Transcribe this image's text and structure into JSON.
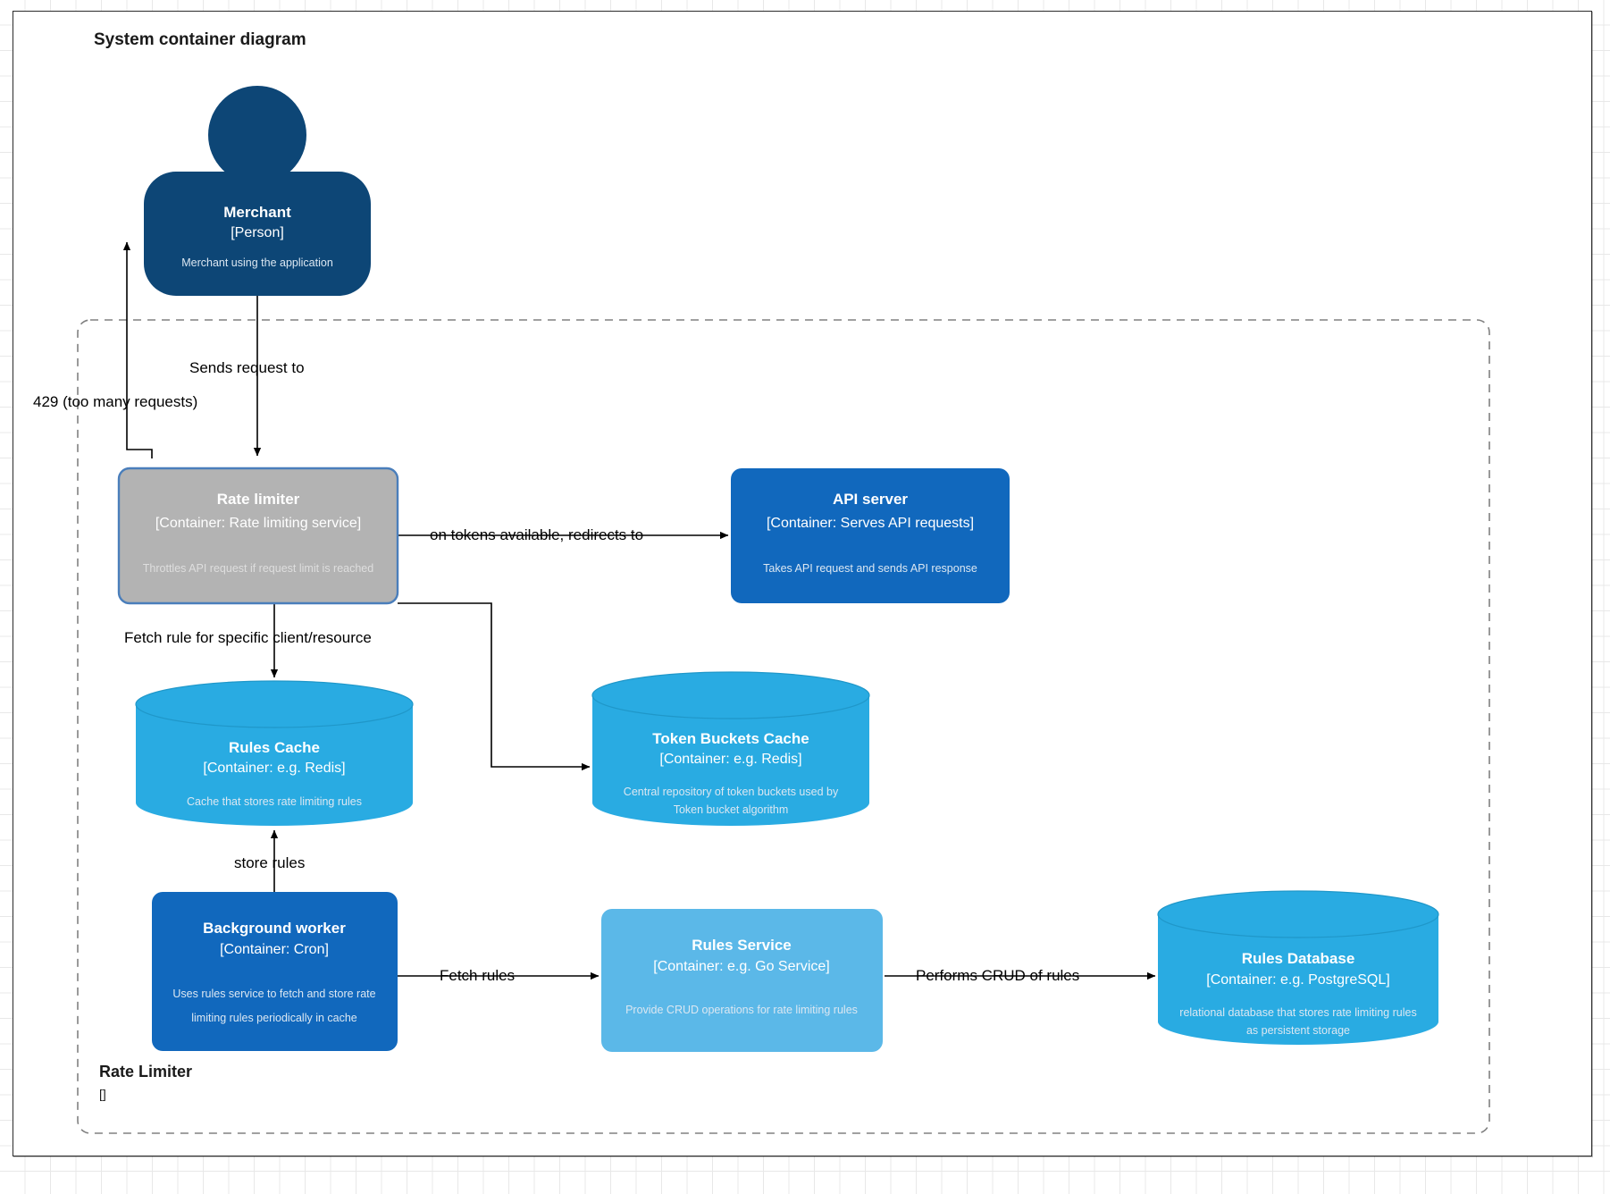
{
  "page": {
    "title": "System container diagram"
  },
  "colors": {
    "person_fill": "#0D4676",
    "container_fill": "#1168BD",
    "container_light_fill": "#5BB8E8",
    "datastore_fill": "#29ABE2",
    "selected_fill": "#B3B3B3",
    "selected_stroke": "#4A7EBB",
    "boundary_stroke": "#808080",
    "edge_stroke": "#000000",
    "text_light": "#FFFFFF",
    "desc_text": "#DBE7F2"
  },
  "boundary": {
    "title": "Rate Limiter",
    "subtitle": "[]"
  },
  "nodes": {
    "merchant": {
      "name": "Merchant",
      "tech": "[Person]",
      "description": "Merchant using the application",
      "shape": "person"
    },
    "rate_limiter": {
      "name": "Rate limiter",
      "tech": "[Container: Rate limiting service]",
      "description": "Throttles API request if request limit is reached",
      "shape": "container",
      "state": "selected"
    },
    "api_server": {
      "name": "API server",
      "tech": "[Container: Serves API requests]",
      "description": "Takes API request and sends API response",
      "shape": "container"
    },
    "rules_cache": {
      "name": "Rules Cache",
      "tech": "[Container: e.g. Redis]",
      "description": "Cache that stores rate limiting rules",
      "shape": "cylinder"
    },
    "token_buckets_cache": {
      "name": "Token Buckets Cache",
      "tech": "[Container: e.g. Redis]",
      "description_line1": "Central repository of token buckets used by",
      "description_line2": "Token bucket algorithm",
      "shape": "cylinder"
    },
    "background_worker": {
      "name": "Background worker",
      "tech": "[Container: Cron]",
      "description_line1": "Uses rules service to fetch and store rate",
      "description_line2": "limiting rules periodically in cache",
      "shape": "container"
    },
    "rules_service": {
      "name": "Rules Service",
      "tech": "[Container: e.g. Go Service]",
      "description": "Provide CRUD operations for rate limiting rules",
      "shape": "container"
    },
    "rules_database": {
      "name": "Rules Database",
      "tech": "[Container: e.g. PostgreSQL]",
      "description_line1": "relational database that stores rate limiting rules",
      "description_line2": "as persistent storage",
      "shape": "cylinder"
    }
  },
  "edges": {
    "sends_request": "Sends request to",
    "too_many_requests": "429 (too many requests)",
    "redirects": "on tokens available, redirects to",
    "fetch_rule": "Fetch rule for specific client/resource",
    "store_rules": "store rules",
    "fetch_rules": "Fetch rules",
    "performs_crud": "Performs CRUD of rules"
  }
}
